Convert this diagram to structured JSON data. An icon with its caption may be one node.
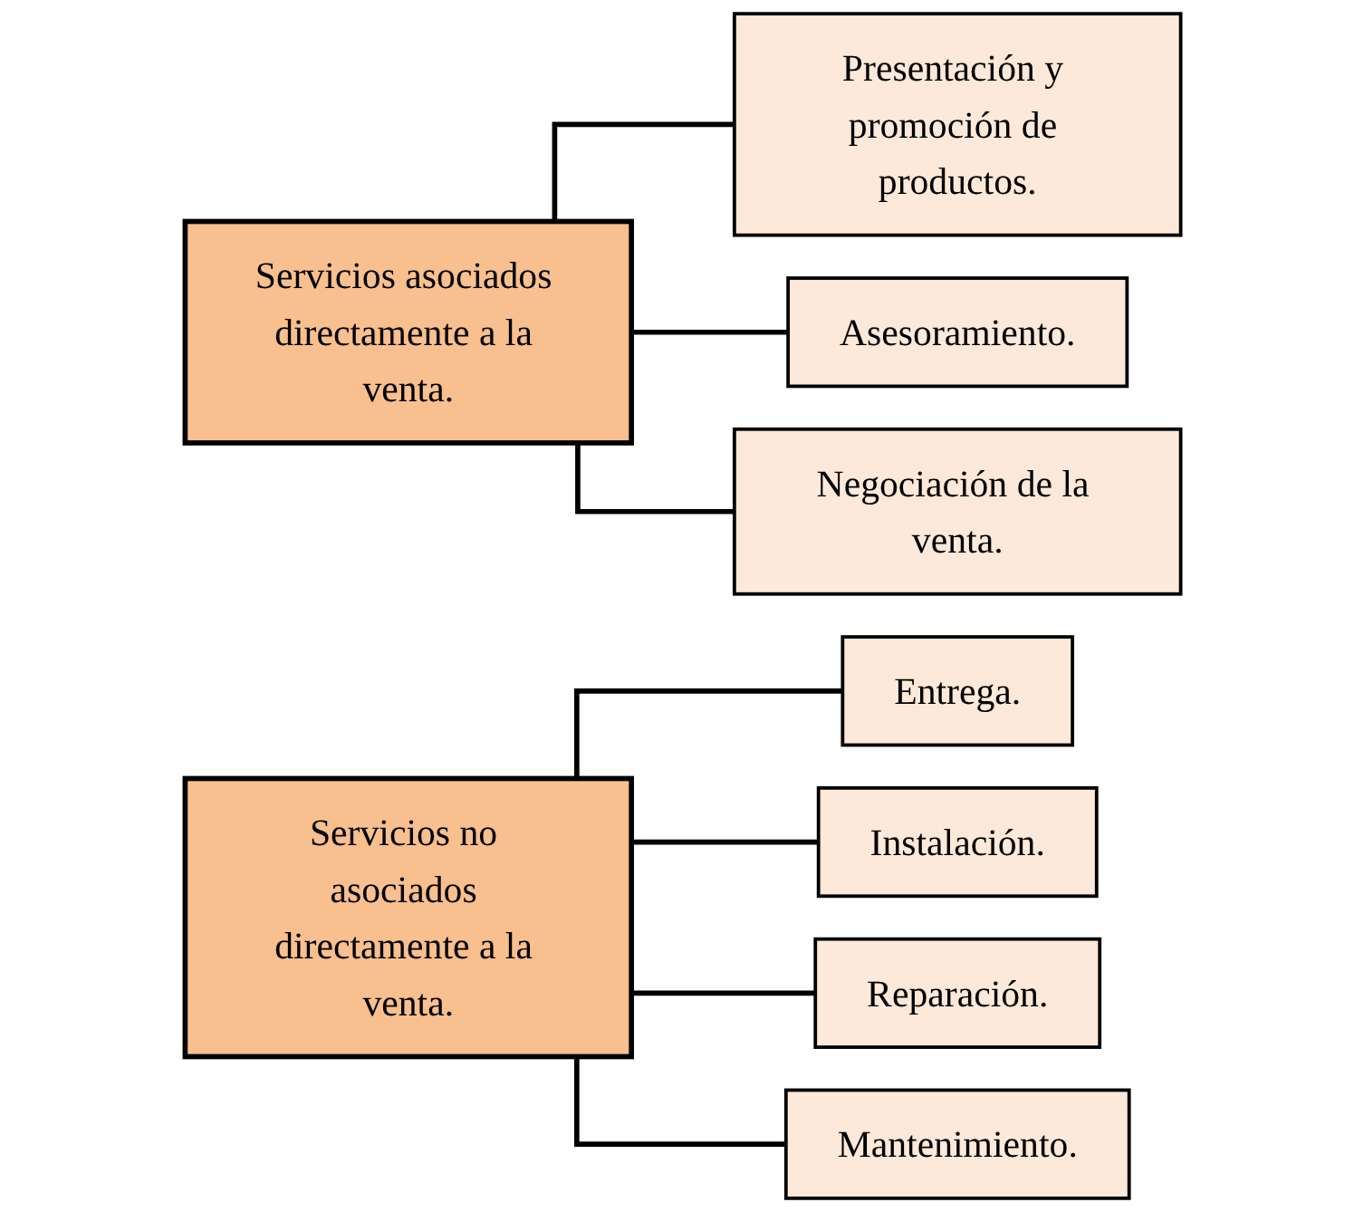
{
  "diagram": {
    "nodes": [
      {
        "text": [
          "Servicios asociados directamente a la venta."
        ]
      },
      {
        "text": [
          "Presentación y promoción de productos."
        ]
      },
      {
        "text": [
          "Asesoramiento."
        ]
      },
      {
        "text": [
          "Negociación de la venta."
        ]
      },
      {
        "text": [
          "Servicios no asociados directamente a la venta."
        ]
      },
      {
        "text": [
          "Entrega."
        ]
      },
      {
        "text": [
          "Instalación."
        ]
      },
      {
        "text": [
          "Reparación."
        ]
      },
      {
        "text": [
          "Mantenimiento."
        ]
      }
    ],
    "edges": [
      {
        "from": 0,
        "to": 1,
        "arrow": "none"
      },
      {
        "from": 0,
        "to": 2,
        "arrow": "none"
      },
      {
        "from": 0,
        "to": 3,
        "arrow": "none"
      },
      {
        "from": 4,
        "to": 5,
        "arrow": "none"
      },
      {
        "from": 4,
        "to": 6,
        "arrow": "none"
      },
      {
        "from": 4,
        "to": 7,
        "arrow": "none"
      },
      {
        "from": 4,
        "to": 8,
        "arrow": "none"
      }
    ]
  }
}
